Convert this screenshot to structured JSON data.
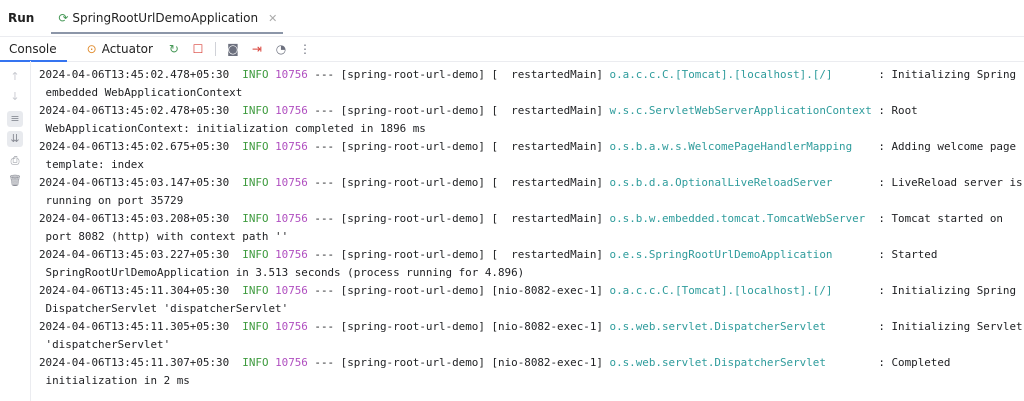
{
  "header": {
    "run_label": "Run",
    "tab_label": "SpringRootUrlDemoApplication"
  },
  "toolbar": {
    "console_label": "Console",
    "actuator_label": "Actuator"
  },
  "colors": {
    "level": "#3d9a3d",
    "pid": "#b04fc0",
    "logger": "#2f9c9c",
    "accent": "#3574f0"
  },
  "log": [
    {
      "ts": "2024-04-06T13:45:02.478+05:30",
      "level": "INFO",
      "pid": "10756",
      "app": "spring-root-url-demo",
      "thread": "restartedMain",
      "logger": "o.a.c.c.C.[Tomcat].[localhost].[/]",
      "msg": "Initializing Spring",
      "cont": "embedded WebApplicationContext"
    },
    {
      "ts": "2024-04-06T13:45:02.478+05:30",
      "level": "INFO",
      "pid": "10756",
      "app": "spring-root-url-demo",
      "thread": "restartedMain",
      "logger": "w.s.c.ServletWebServerApplicationContext",
      "msg": "Root",
      "cont": "WebApplicationContext: initialization completed in 1896 ms"
    },
    {
      "ts": "2024-04-06T13:45:02.675+05:30",
      "level": "INFO",
      "pid": "10756",
      "app": "spring-root-url-demo",
      "thread": "restartedMain",
      "logger": "o.s.b.a.w.s.WelcomePageHandlerMapping",
      "msg": "Adding welcome page",
      "cont": "template: index"
    },
    {
      "ts": "2024-04-06T13:45:03.147+05:30",
      "level": "INFO",
      "pid": "10756",
      "app": "spring-root-url-demo",
      "thread": "restartedMain",
      "logger": "o.s.b.d.a.OptionalLiveReloadServer",
      "msg": "LiveReload server is",
      "cont": "running on port 35729"
    },
    {
      "ts": "2024-04-06T13:45:03.208+05:30",
      "level": "INFO",
      "pid": "10756",
      "app": "spring-root-url-demo",
      "thread": "restartedMain",
      "logger": "o.s.b.w.embedded.tomcat.TomcatWebServer",
      "msg": "Tomcat started on",
      "cont": "port 8082 (http) with context path ''"
    },
    {
      "ts": "2024-04-06T13:45:03.227+05:30",
      "level": "INFO",
      "pid": "10756",
      "app": "spring-root-url-demo",
      "thread": "restartedMain",
      "logger": "o.e.s.SpringRootUrlDemoApplication",
      "msg": "Started",
      "cont": "SpringRootUrlDemoApplication in 3.513 seconds (process running for 4.896)"
    },
    {
      "ts": "2024-04-06T13:45:11.304+05:30",
      "level": "INFO",
      "pid": "10756",
      "app": "spring-root-url-demo",
      "thread": "nio-8082-exec-1",
      "logger": "o.a.c.c.C.[Tomcat].[localhost].[/]",
      "msg": "Initializing Spring",
      "cont": "DispatcherServlet 'dispatcherServlet'"
    },
    {
      "ts": "2024-04-06T13:45:11.305+05:30",
      "level": "INFO",
      "pid": "10756",
      "app": "spring-root-url-demo",
      "thread": "nio-8082-exec-1",
      "logger": "o.s.web.servlet.DispatcherServlet",
      "msg": "Initializing Servlet",
      "cont": "'dispatcherServlet'"
    },
    {
      "ts": "2024-04-06T13:45:11.307+05:30",
      "level": "INFO",
      "pid": "10756",
      "app": "spring-root-url-demo",
      "thread": "nio-8082-exec-1",
      "logger": "o.s.web.servlet.DispatcherServlet",
      "msg": "Completed",
      "cont": "initialization in 2 ms"
    }
  ]
}
